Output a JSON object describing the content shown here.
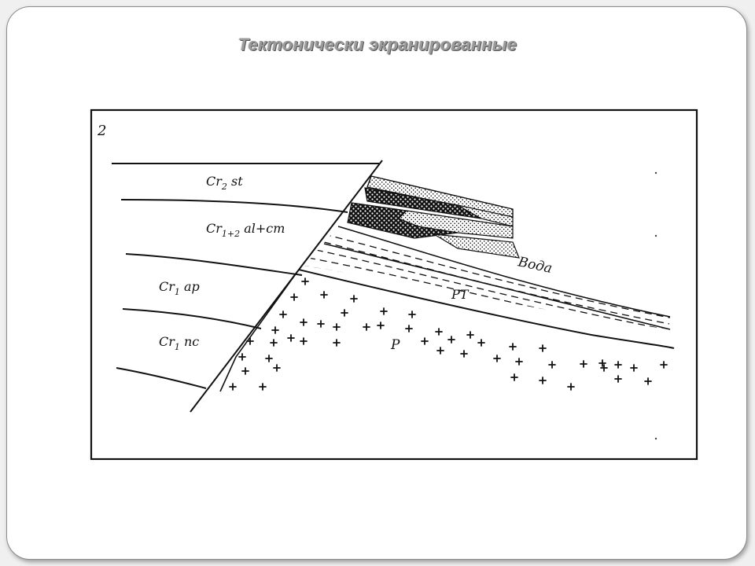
{
  "slide": {
    "title": "Тектонически экранированные"
  },
  "figure": {
    "panel_number": "2",
    "layer_labels": {
      "cr2st": {
        "base": "Cr",
        "sub": "2",
        "suffix": " st"
      },
      "cr12": {
        "base": "Cr",
        "sub": "1+2",
        "suffix": " al+cm"
      },
      "cr1ap": {
        "base": "Cr",
        "sub": "1",
        "suffix": " ap"
      },
      "cr1nc": {
        "base": "Cr",
        "sub": "1",
        "suffix": " nc"
      }
    },
    "water_label": "Вода",
    "pt_label": "PT",
    "p_label": "P",
    "colors": {
      "ink": "#111111",
      "frame": "#111111",
      "background": "#ffffff"
    }
  }
}
